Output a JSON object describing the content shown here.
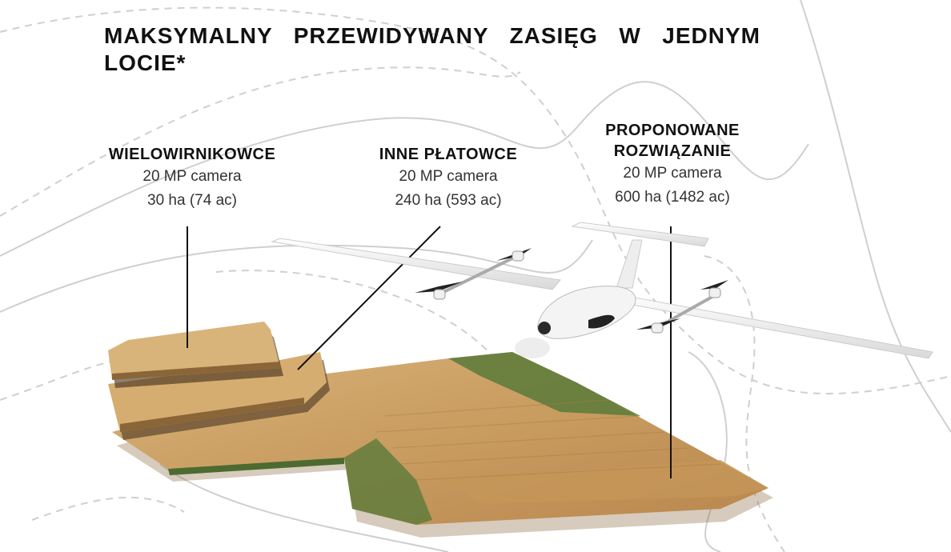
{
  "title": "MAKSYMALNY PRZEWIDYWANY ZASIĘG W JEDNYM LOCIE*",
  "columns": [
    {
      "heading": "WIELOWIRNIKOWCE",
      "camera": "20 MP camera",
      "area": "30 ha (74 ac)"
    },
    {
      "heading": "INNE PŁATOWCE",
      "camera": "20 MP camera",
      "area": "240 ha (593 ac)"
    },
    {
      "heading_line1": "PROPONOWANE",
      "heading_line2": "ROZWIĄZANIE",
      "camera": "20 MP camera",
      "area": "600 ha (1482 ac)"
    }
  ],
  "colors": {
    "field": "#c9a063",
    "field_dark": "#7a5a33",
    "vegetation": "#5b7a3a",
    "contour": "#cfcfcf",
    "drone": "#f2f2f2"
  }
}
